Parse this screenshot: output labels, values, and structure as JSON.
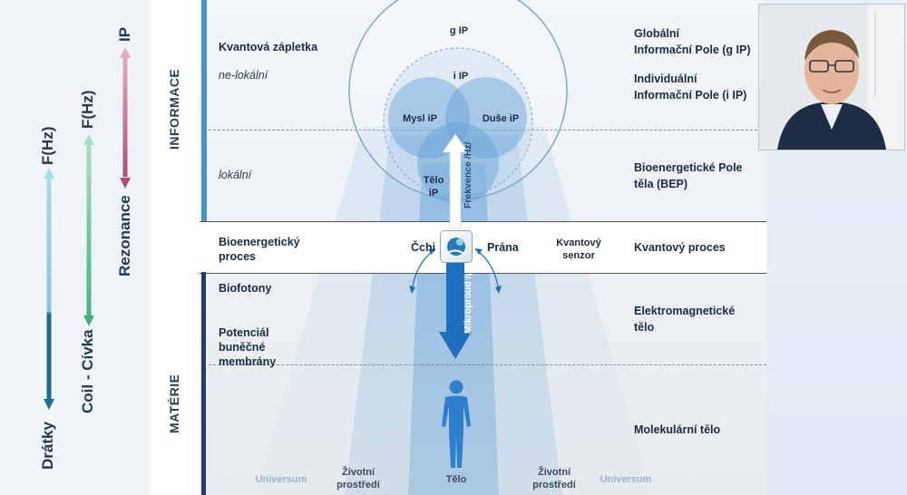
{
  "left_axes": {
    "drátky": {
      "label": "Drátky",
      "top": "F(Hz)",
      "color_top": "#9fd5ea",
      "color_bottom": "#1b6e8e"
    },
    "coil": {
      "label": "Coil - Cívka",
      "top": "F(Hz)",
      "color_top": "#8fd6b0",
      "color_bottom": "#3fb57a"
    },
    "rezonance": {
      "label": "Rezonance",
      "top": "IP",
      "color_top": "#d69ab6",
      "color_bottom": "#b24a7f"
    }
  },
  "sections": {
    "informace": "INFORMACE",
    "materie": "MATÉRIE"
  },
  "rows": {
    "kvantova": "Kvantová zápletka",
    "nelokalni": "ne-lokální",
    "lokalni": "lokální",
    "bioenerg_line1": "Bioenergetický",
    "bioenerg_line2": "proces",
    "biofotony": "Biofotony",
    "potencial_line1": "Potenciál",
    "potencial_line2": "buněčné",
    "potencial_line3": "membrány"
  },
  "circles": {
    "gip": "g IP",
    "iip": "i IP",
    "mysl": "Mysl iP",
    "duse": "Duše iP",
    "telo_line1": "Tělo",
    "telo_line2": "iP"
  },
  "arrows": {
    "frekvence": "Frekvence /Hz/",
    "mikroproud": "Mikroproud /µA/",
    "cchi": "Čchi",
    "prana": "Prána",
    "sensor_line1": "Kvantový",
    "sensor_line2": "senzor"
  },
  "right_labels": {
    "global_line1": "Globální",
    "global_line2": "Informační  Pole (g IP)",
    "indiv_line1": "Individuální",
    "indiv_line2": "Informační  Pole (i IP)",
    "bep_line1": "Bioenergetické  Pole",
    "bep_line2": "těla (BEP)",
    "kvant": "Kvantový proces",
    "em_line1": "Elektromagnetické",
    "em_line2": "tělo",
    "molek": "Molekulární tělo"
  },
  "bottom": {
    "universum_left": "Universum",
    "zivotni_left_1": "Životní",
    "zivotni_left_2": "prostředí",
    "telo": "Tělo",
    "zivotni_right_1": "Životní",
    "zivotni_right_2": "prostředí",
    "universum_right": "Universum"
  },
  "colors": {
    "info_bar": "#4a90c9",
    "matter_bar": "#1f3e6e",
    "cone_blue": "#6fa8dc",
    "arrow_blue": "#1f6fbf"
  }
}
